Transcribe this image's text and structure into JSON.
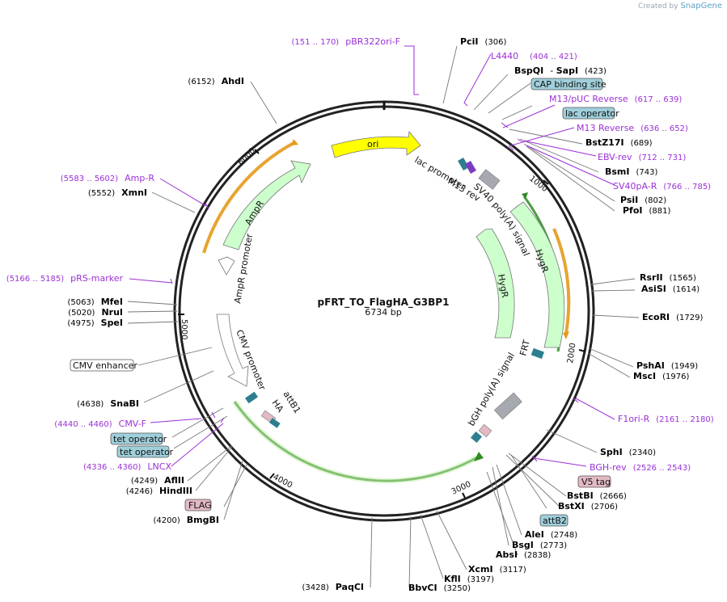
{
  "credit": {
    "created_by": "Created by",
    "brand": "SnapGene"
  },
  "plasmid": {
    "name": "pFRT_TO_FlagHA_G3BP1",
    "size_label": "6734 bp",
    "length_bp": 6734
  },
  "colors": {
    "enzyme_text": "#000000",
    "primer": "#9b30d6",
    "feature_box_blue": "#9fcfdb",
    "feature_box_pink": "#e3b9c4",
    "feature_box_white": "#ffffff",
    "ori": "#ffff00",
    "resistance": "#ccffcc",
    "promoter": "#ffffff",
    "polyA": "#a6a9b0",
    "small_feature": "#2d7f8f",
    "orf_outline_green": "#2e8b22",
    "orf_outline_orange": "#e69a1a"
  },
  "ticks": [
    "1000",
    "2000",
    "3000",
    "4000",
    "5000",
    "6000"
  ],
  "enzymes": [
    {
      "name": "PciI",
      "pos": "(306)"
    },
    {
      "name": "BspQI",
      "pos": "(423)",
      "extra": "SapI"
    },
    {
      "name": "BstZ17I",
      "pos": "(689)"
    },
    {
      "name": "BsmI",
      "pos": "(743)"
    },
    {
      "name": "PsiI",
      "pos": "(802)"
    },
    {
      "name": "PfoI",
      "pos": "(881)"
    },
    {
      "name": "RsrII",
      "pos": "(1565)"
    },
    {
      "name": "AsiSI",
      "pos": "(1614)"
    },
    {
      "name": "EcoRI",
      "pos": "(1729)"
    },
    {
      "name": "PshAI",
      "pos": "(1949)"
    },
    {
      "name": "MscI",
      "pos": "(1976)"
    },
    {
      "name": "SphI",
      "pos": "(2340)"
    },
    {
      "name": "BstBI",
      "pos": "(2666)"
    },
    {
      "name": "BstXI",
      "pos": "(2706)"
    },
    {
      "name": "AleI",
      "pos": "(2748)"
    },
    {
      "name": "BsgI",
      "pos": "(2773)"
    },
    {
      "name": "AbsI",
      "pos": "(2838)"
    },
    {
      "name": "XcmI",
      "pos": "(3117)"
    },
    {
      "name": "KflI",
      "pos": "(3197)"
    },
    {
      "name": "BbvCI",
      "pos": "(3250)"
    },
    {
      "name": "PaqCI",
      "pos": "(3428)"
    },
    {
      "name": "BmgBI",
      "pos": "(4200)"
    },
    {
      "name": "HindIII",
      "pos": "(4246)"
    },
    {
      "name": "AflII",
      "pos": "(4249)"
    },
    {
      "name": "SnaBI",
      "pos": "(4638)"
    },
    {
      "name": "SpeI",
      "pos": "(4975)"
    },
    {
      "name": "NruI",
      "pos": "(5020)"
    },
    {
      "name": "MfeI",
      "pos": "(5063)"
    },
    {
      "name": "XmnI",
      "pos": "(5552)"
    },
    {
      "name": "AhdI",
      "pos": "(6152)"
    }
  ],
  "primers": [
    {
      "name": "pBR322ori-F",
      "range": "(151 .. 170)"
    },
    {
      "name": "L4440",
      "range": "(404 .. 421)"
    },
    {
      "name": "M13/pUC Reverse",
      "range": "(617 .. 639)"
    },
    {
      "name": "M13 Reverse",
      "range": "(636 .. 652)"
    },
    {
      "name": "EBV-rev",
      "range": "(712 .. 731)"
    },
    {
      "name": "SV40pA-R",
      "range": "(766 .. 785)"
    },
    {
      "name": "F1ori-R",
      "range": "(2161 .. 2180)"
    },
    {
      "name": "BGH-rev",
      "range": "(2526 .. 2543)"
    },
    {
      "name": "LNCX",
      "range": "(4336 .. 4360)"
    },
    {
      "name": "CMV-F",
      "range": "(4440 .. 4460)"
    },
    {
      "name": "pRS-marker",
      "range": "(5166 .. 5185)"
    },
    {
      "name": "Amp-R",
      "range": "(5583 .. 5602)"
    }
  ],
  "feature_boxes": [
    {
      "name": "CAP binding site",
      "style": "blue"
    },
    {
      "name": "lac operator",
      "style": "blue"
    },
    {
      "name": "V5 tag",
      "style": "pink"
    },
    {
      "name": "attB2",
      "style": "blue"
    },
    {
      "name": "FLAG",
      "style": "pink"
    },
    {
      "name": "tet operator",
      "style": "blue"
    },
    {
      "name": "tet operator",
      "style": "blue"
    },
    {
      "name": "CMV enhancer",
      "style": "white"
    }
  ],
  "features": [
    {
      "name": "ori"
    },
    {
      "name": "lac promoter"
    },
    {
      "name": "M13 rev"
    },
    {
      "name": "SV40 poly(A) signal"
    },
    {
      "name": "HygR"
    },
    {
      "name": "HygR"
    },
    {
      "name": "FRT"
    },
    {
      "name": "bGH poly(A) signal"
    },
    {
      "name": "attB1"
    },
    {
      "name": "HA"
    },
    {
      "name": "CMV promoter"
    },
    {
      "name": "AmpR promoter"
    },
    {
      "name": "AmpR"
    }
  ]
}
